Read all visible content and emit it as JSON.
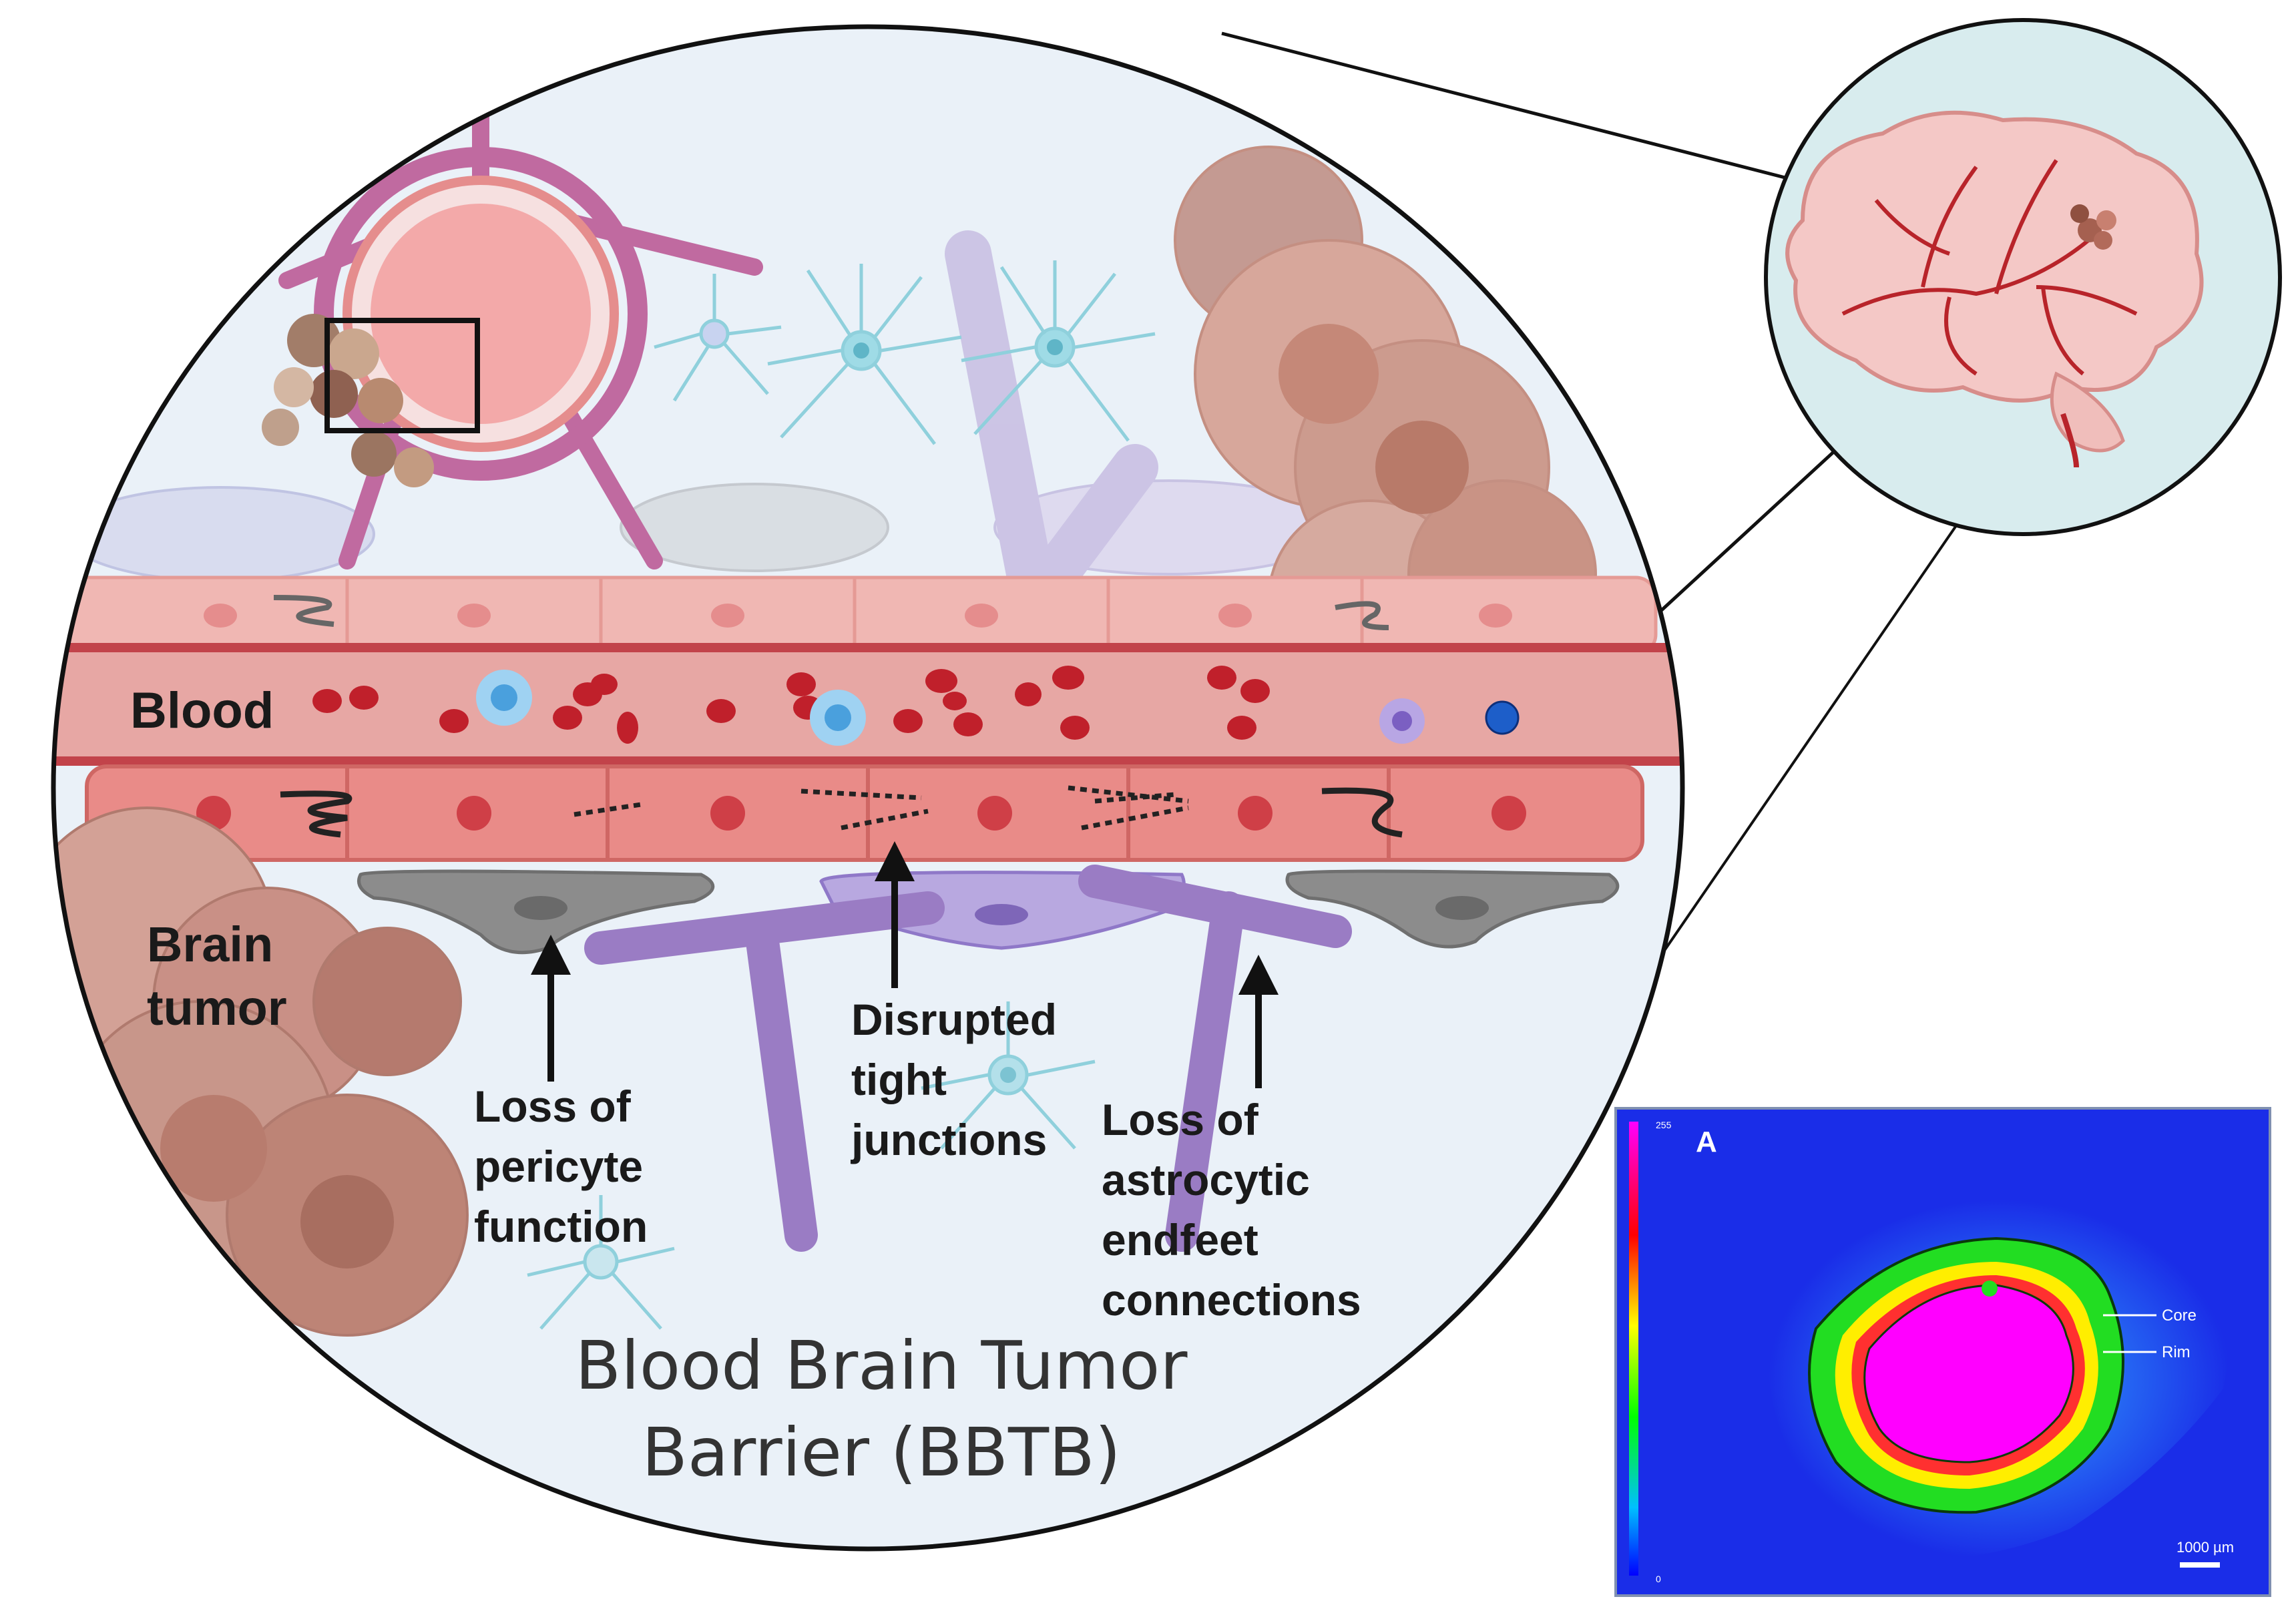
{
  "labels": {
    "blood": "Blood",
    "brain_tumor_line1": "Brain",
    "brain_tumor_line2": "tumor",
    "pericyte_line1": "Loss of",
    "pericyte_line2": "pericyte",
    "pericyte_line3": "function",
    "tight_line1": "Disrupted",
    "tight_line2": "tight",
    "tight_line3": "junctions",
    "astro_line1": "Loss of",
    "astro_line2": "astrocytic",
    "astro_line3": "endfeet",
    "astro_line4": "connections",
    "title_line1": "Blood Brain Tumor",
    "title_line2": "Barrier (BBTB)"
  },
  "heatmap": {
    "panel_label": "A",
    "scale_max": "255",
    "scale_min": "0",
    "core_label": "Core",
    "rim_label": "Rim",
    "scale_bar": "1000 µm"
  },
  "colors": {
    "endothelial": "#e8908f",
    "blood_vessel": "#d9807d",
    "red_blood_cell": "#c0202b",
    "pericyte": "#8c8c8c",
    "astrocyte": "#9a7cc4",
    "tumor": "#c99a90",
    "heatmap_bg": "#1a2de8"
  }
}
